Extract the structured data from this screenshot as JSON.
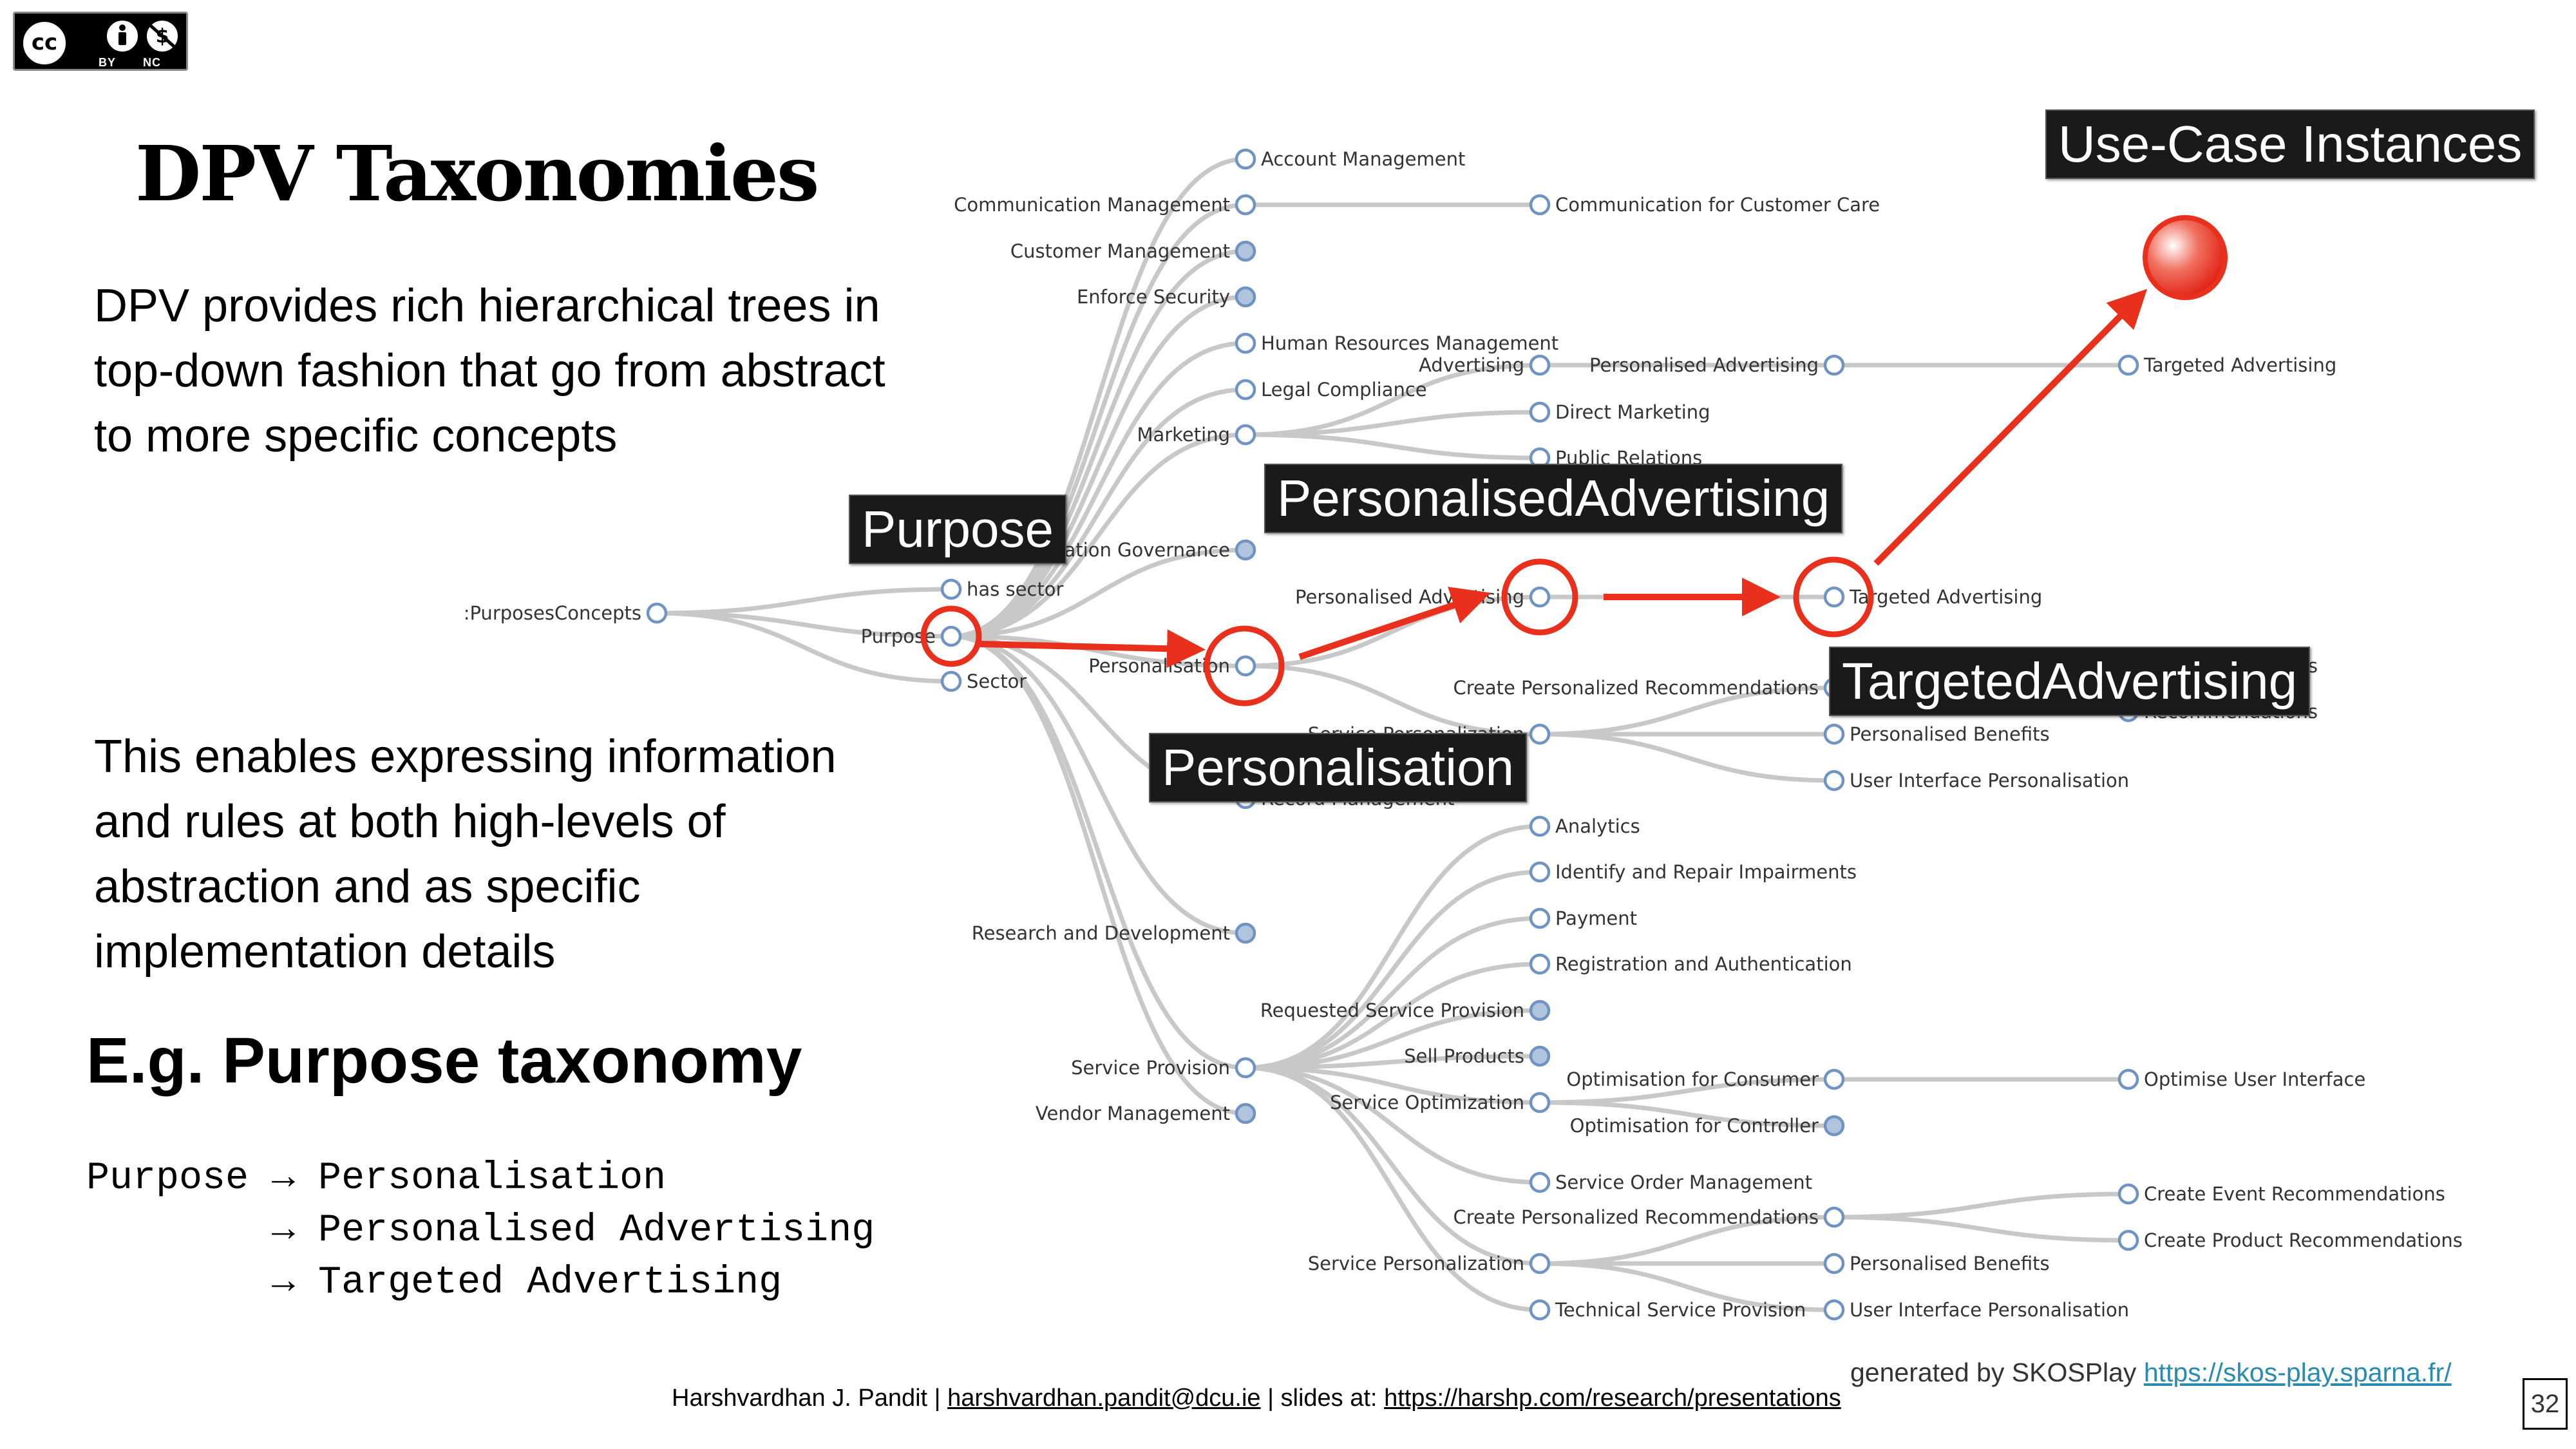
{
  "license_badge": {
    "label_by": "BY",
    "label_nc": "NC",
    "cc": "cc"
  },
  "title": "DPV Taxonomies",
  "paragraph1": [
    "DPV provides rich hierarchical trees in",
    "top-down fashion that go from abstract",
    "to more specific concepts"
  ],
  "paragraph2": [
    "This enables expressing information",
    "and rules at both high-levels of",
    "abstraction and as specific",
    "implementation details"
  ],
  "example_heading": "E.g. Purpose taxonomy",
  "code_lines": [
    "Purpose → Personalisation",
    "        → Personalised Advertising",
    "        → Targeted Advertising"
  ],
  "tree_nodes": {
    "root": ":PurposesConcepts",
    "has_sector": "has sector",
    "purpose": "Purpose",
    "sector": "Sector",
    "account_management": "Account Management",
    "communication_management": "Communication Management",
    "communication_customer_care": "Communication for Customer Care",
    "customer_management": "Customer Management",
    "enforce_security": "Enforce Security",
    "hr_management": "Human Resources Management",
    "legal_compliance": "Legal Compliance",
    "advertising": "Advertising",
    "personalised_advertising_a": "Personalised Advertising",
    "targeted_advertising_a": "Targeted Advertising",
    "marketing": "Marketing",
    "direct_marketing": "Direct Marketing",
    "public_relations": "Public Relations",
    "organisation_governance": "Organisation Governance",
    "personalised_advertising_b": "Personalised Advertising",
    "targeted_advertising_b": "Targeted Advertising",
    "personalisation": "Personalisation",
    "create_personalized_recs_a": "Create Personalized Recommendations",
    "event_recs_partial": "Recommendations",
    "product_recs_partial": "Recommendations",
    "service_personalization_a": "Service Personalization",
    "personalised_benefits_a": "Personalised Benefits",
    "ui_personalisation_a": "User Interface Personalisation",
    "record_management": "Record Management",
    "analytics": "Analytics",
    "identify_repair": "Identify and Repair Impairments",
    "payment": "Payment",
    "registration_auth": "Registration and Authentication",
    "research_development": "Research and Development",
    "requested_service_provision": "Requested Service Provision",
    "sell_products": "Sell Products",
    "service_provision": "Service Provision",
    "service_optimization": "Service Optimization",
    "optimisation_consumer": "Optimisation for Consumer",
    "optimise_ui": "Optimise User Interface",
    "optimisation_controller": "Optimisation for Controller",
    "vendor_management": "Vendor Management",
    "service_order_management": "Service Order Management",
    "create_personalized_recs_b": "Create Personalized Recommendations",
    "create_event_recs": "Create Event Recommendations",
    "create_product_recs": "Create Product Recommendations",
    "service_personalization_b": "Service Personalization",
    "personalised_benefits_b": "Personalised Benefits",
    "technical_service_provision": "Technical Service Provision",
    "ui_personalisation_b": "User Interface Personalisation"
  },
  "callouts": {
    "purpose": "Purpose",
    "personalisation": "Personalisation",
    "personalised_advertising": "PersonalisedAdvertising",
    "targeted_advertising": "TargetedAdvertising",
    "use_case_instances": "Use-Case Instances"
  },
  "footer": {
    "author": "Harshvardhan J. Pandit | ",
    "email": "harshvardhan.pandit@dcu.ie",
    "slides_prefix": " | slides at: ",
    "slides_url": "https://harshp.com/research/presentations",
    "generated_prefix": "generated by SKOSPlay ",
    "generated_url": "https://skos-play.sparna.fr/"
  },
  "page_number": "32",
  "colors": {
    "highlight": "#e8301c",
    "edge": "#c8c8c8",
    "node_stroke": "#6f94c4",
    "node_fill_collapsed": "#b0c4de",
    "link": "#2a8bb0"
  }
}
